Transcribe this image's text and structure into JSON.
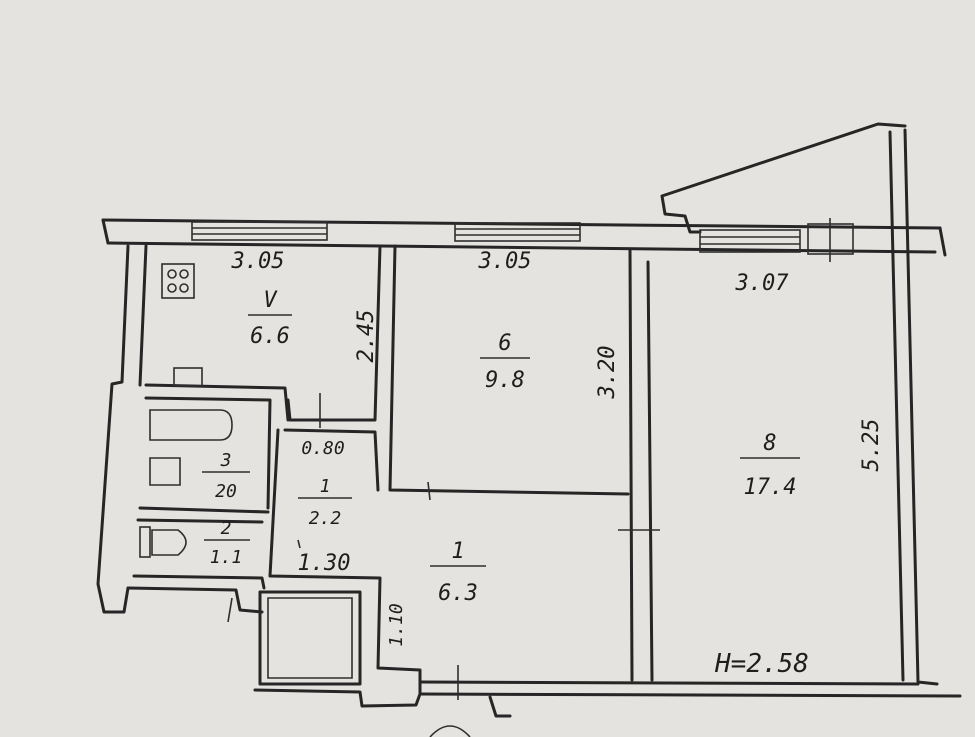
{
  "colors": {
    "paper": "#e4e3df",
    "ink": "#262626"
  },
  "rooms": [
    {
      "id": "kitchen",
      "number": "V",
      "area": "6.6"
    },
    {
      "id": "bedroom",
      "number": "6",
      "area": "9.8"
    },
    {
      "id": "living",
      "number": "8",
      "area": "17.4"
    },
    {
      "id": "corridor",
      "number": "1",
      "area": "2.2"
    },
    {
      "id": "hall",
      "number": "1",
      "area": "6.3"
    },
    {
      "id": "bathroom",
      "number": "3",
      "area": "20"
    },
    {
      "id": "toilet",
      "number": "2",
      "area": "1.1"
    }
  ],
  "dimensions": {
    "kitchen_width": "3.05",
    "kitchen_depth": "2.45",
    "bedroom_width": "3.05",
    "bedroom_depth": "3.20",
    "living_width": "3.07",
    "living_depth": "5.25",
    "corridor_width": "0.80",
    "hall_width": "1.30",
    "hall_door": "1.10"
  },
  "ceiling_height": "H=2.58"
}
